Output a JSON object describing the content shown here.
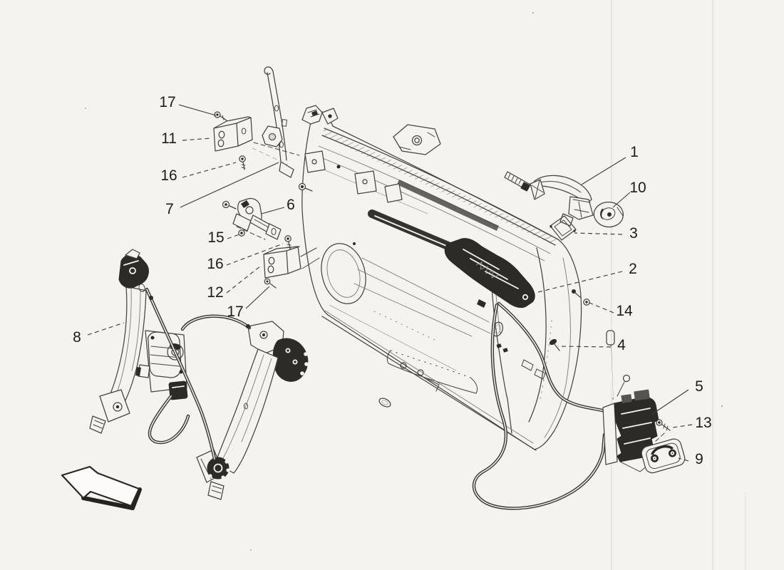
{
  "figure": {
    "kind": "exploded-parts-diagram",
    "subject": "front door mechanisms",
    "palette": {
      "background": "#f4f3f0",
      "ink": "#45443f",
      "dark_ink": "#2c2b27",
      "label_color": "#1d1c19"
    },
    "callouts": [
      {
        "n": "17"
      },
      {
        "n": "11"
      },
      {
        "n": "16"
      },
      {
        "n": "7"
      },
      {
        "n": "6"
      },
      {
        "n": "15"
      },
      {
        "n": "16"
      },
      {
        "n": "12"
      },
      {
        "n": "17"
      },
      {
        "n": "8"
      },
      {
        "n": "1"
      },
      {
        "n": "10"
      },
      {
        "n": "3"
      },
      {
        "n": "2"
      },
      {
        "n": "14"
      },
      {
        "n": "4"
      },
      {
        "n": "5"
      },
      {
        "n": "13"
      },
      {
        "n": "9"
      }
    ]
  }
}
